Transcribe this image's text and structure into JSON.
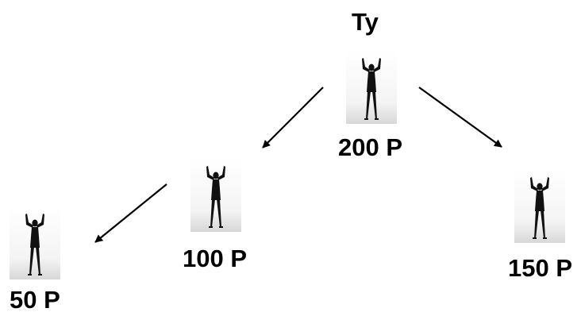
{
  "diagram": {
    "root_name": "Ty",
    "nodes": [
      {
        "id": "root",
        "points_label": "200 P"
      },
      {
        "id": "mid-left",
        "points_label": "100 P"
      },
      {
        "id": "far-left",
        "points_label": "50 P"
      },
      {
        "id": "right",
        "points_label": "150 P"
      }
    ],
    "edges": [
      {
        "from": "root",
        "to": "mid-left"
      },
      {
        "from": "root",
        "to": "right"
      },
      {
        "from": "mid-left",
        "to": "far-left"
      }
    ],
    "figure_icon": "person-arms-raised-silhouette-icon",
    "colors": {
      "silhouette": "#111111",
      "photo_background": "#f3f3f3",
      "arrow": "#000000",
      "text": "#000000"
    }
  }
}
